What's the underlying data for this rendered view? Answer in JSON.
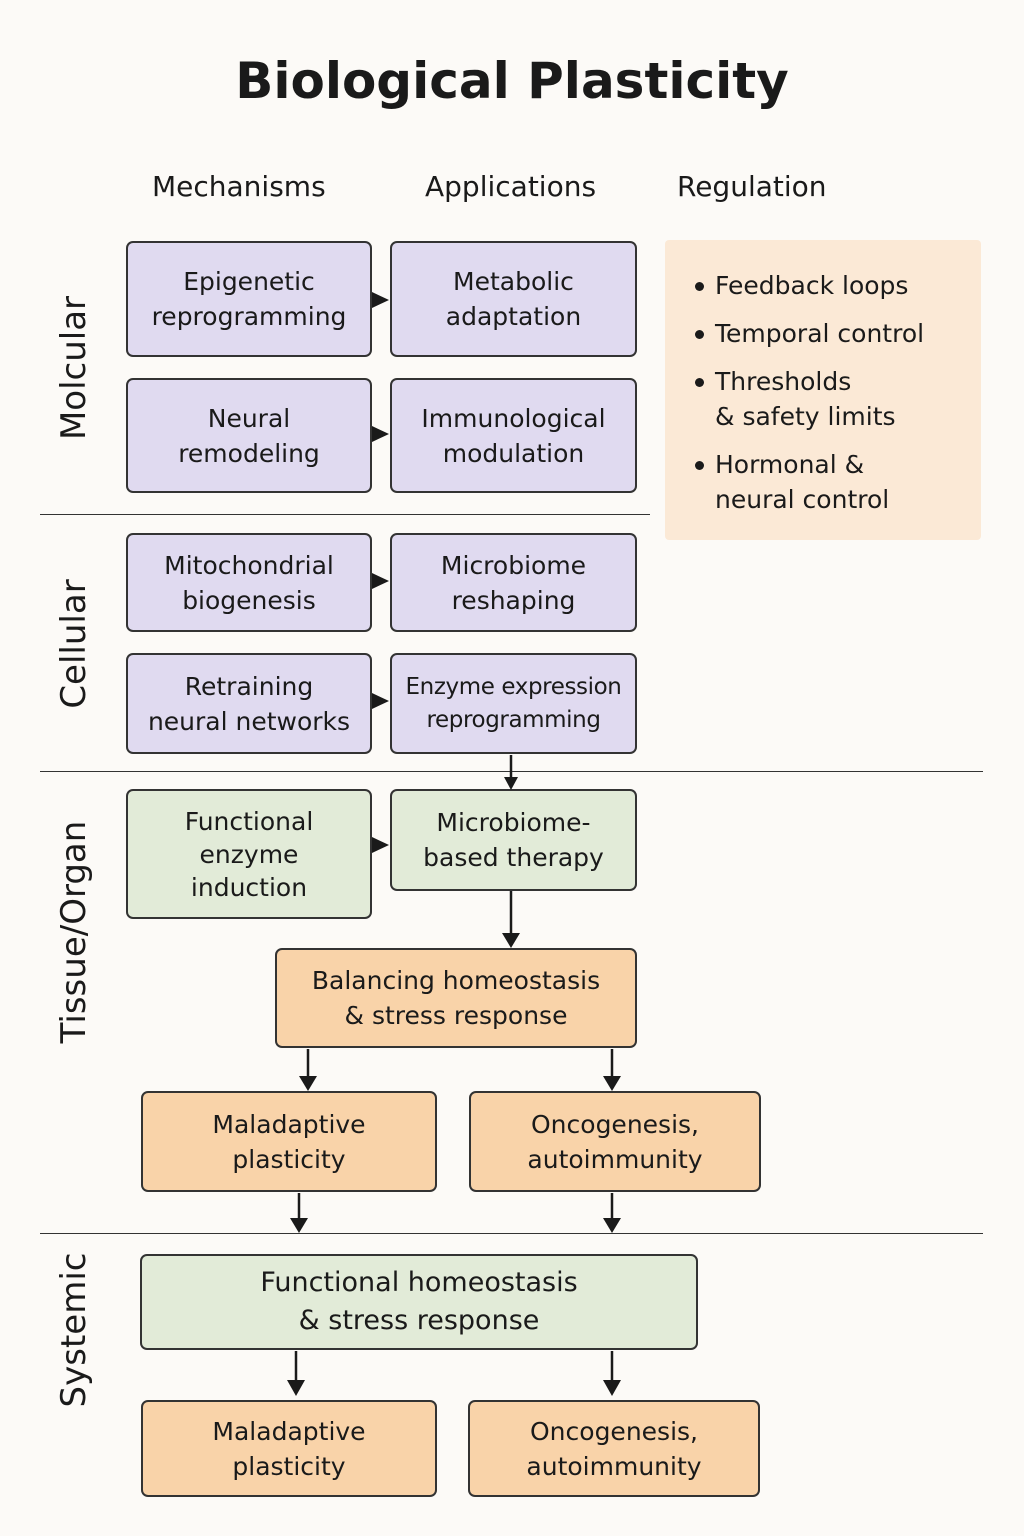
{
  "title": "Biological Plasticity",
  "columns": {
    "mechanisms": "Mechanisms",
    "applications": "Applications",
    "regulation": "Regulation"
  },
  "rows": {
    "molecular": "Molcular",
    "cellular": "Cellular",
    "tissue": "Tissue/Organ",
    "systemic": "Systemic"
  },
  "nodes": {
    "epigenetic": "Epigenetic\nreprogramming",
    "metabolic": "Metabolic\nadaptation",
    "neural": "Neural\nremodeling",
    "immunological": "Immunological\nmodulation",
    "mitochondrial": "Mitochondrial\nbiogenesis",
    "microbiome_reshaping": "Microbiome\nreshaping",
    "retraining": "Retraining\nneural networks",
    "enzyme_expression": "Enzyme expression\nreprogramming",
    "functional_enzyme": "Functional\nenzyme\ninduction",
    "microbiome_therapy": "Microbiome-\nbased therapy",
    "balancing": "Balancing homeostasis\n& stress response",
    "maladaptive_1": "Maladaptive\nplasticity",
    "oncogenesis_1": "Oncogenesis,\nautoimmunity",
    "functional_homeostasis": "Functional homeostasis\n& stress response",
    "maladaptive_2": "Maladaptive\nplasticity",
    "oncogenesis_2": "Oncogenesis,\nautoimmunity"
  },
  "regulation_items": [
    "Feedback loops",
    "Temporal control",
    "Thresholds\n& safety limits",
    "Hormonal &\nneural control"
  ]
}
